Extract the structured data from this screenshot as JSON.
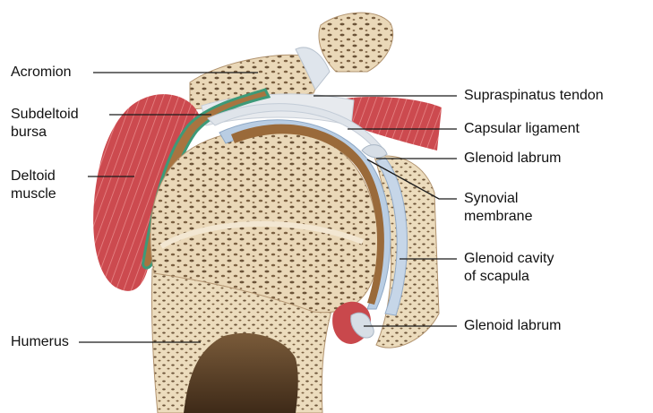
{
  "labels": {
    "acromion": "Acromion",
    "subdeltoid_line1": "Subdeltoid",
    "subdeltoid_line2": "bursa",
    "deltoid_line1": "Deltoid",
    "deltoid_line2": "muscle",
    "humerus": "Humerus",
    "supraspinatus_tendon": "Supraspinatus tendon",
    "capsular_ligament": "Capsular ligament",
    "glenoid_labrum_upper": "Glenoid labrum",
    "synovial_line1": "Synovial",
    "synovial_line2": "membrane",
    "glenoid_cavity_line1": "Glenoid cavity",
    "glenoid_cavity_line2": "of scapula",
    "glenoid_labrum_lower": "Glenoid labrum"
  },
  "colors": {
    "bone": "#e8d5b5",
    "bone_pore": "#6b5338",
    "muscle": "#c9484c",
    "cartilage": "#b9cde3",
    "synovial": "#9a6a3a",
    "bursa_outline": "#3d9a78",
    "tendon": "#e4e7ea",
    "marrow": "#4a3420"
  }
}
